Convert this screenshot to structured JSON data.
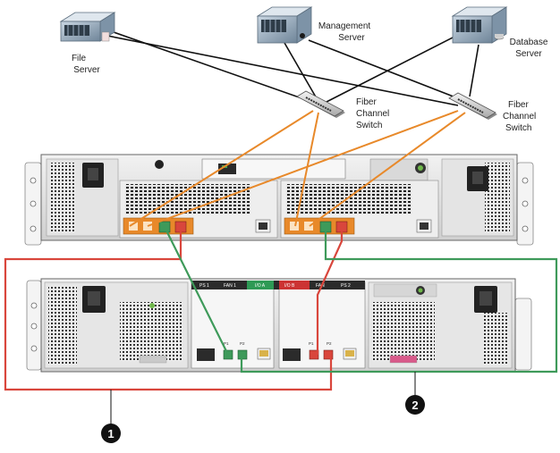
{
  "servers": [
    {
      "id": "file",
      "line1": "File",
      "line2": "Server"
    },
    {
      "id": "mgmt",
      "line1": "Management",
      "line2": "Server"
    },
    {
      "id": "db",
      "line1": "Database",
      "line2": "Server"
    }
  ],
  "switches": [
    {
      "id": "sw1",
      "line1": "Fiber",
      "line2": "Channel",
      "line3": "Switch"
    },
    {
      "id": "sw2",
      "line1": "Fiber",
      "line2": "Channel",
      "line3": "Switch"
    }
  ],
  "controller_panel": {
    "ps_left": "PS 1",
    "fan_left": "FAN 1",
    "io_a": "I/O A",
    "io_b": "I/O B",
    "fan_right": "FAN",
    "ps_right": "PS 2",
    "port1": "P1",
    "port2": "P2"
  },
  "callouts": [
    "1",
    "2"
  ],
  "colors": {
    "orange_cable": "#e8892a",
    "red_cable": "#d9463c",
    "green_cable": "#3e9a5a",
    "black_cable": "#111111",
    "io_a_tag": "#2e9a55",
    "io_b_tag": "#cc3333"
  }
}
